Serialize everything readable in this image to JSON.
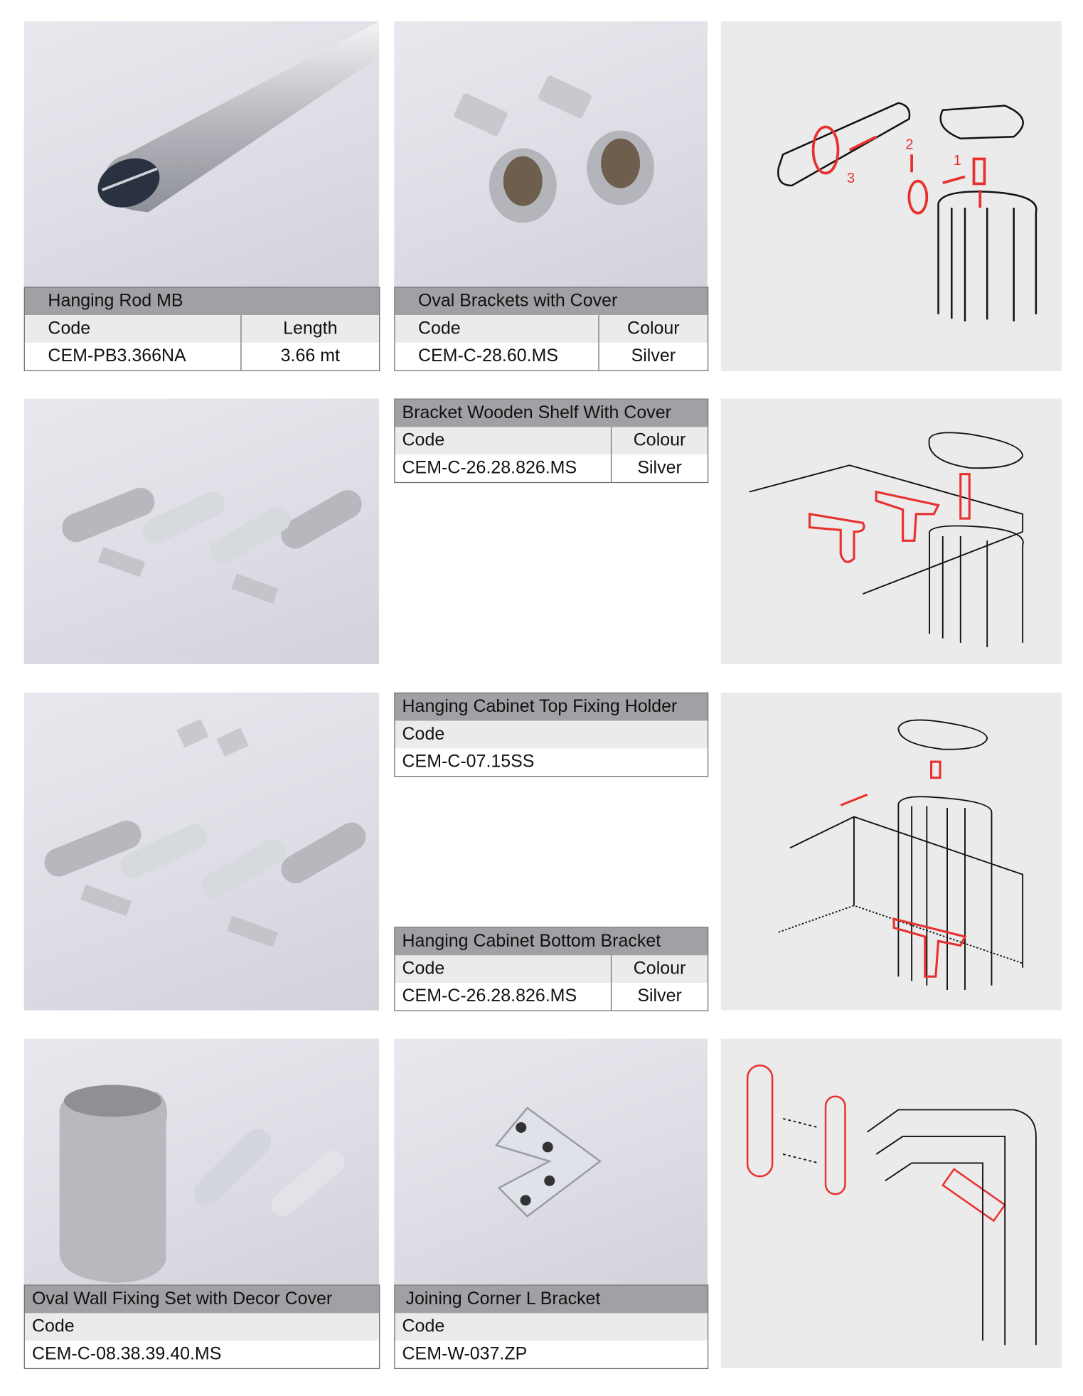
{
  "products": [
    {
      "title": "Hanging Rod MB",
      "col1_label": "Code",
      "col2_label": "Length",
      "code": "CEM-PB3.366NA",
      "col2_value": "3.66 mt"
    },
    {
      "title": "Oval Brackets with Cover",
      "col1_label": "Code",
      "col2_label": "Colour",
      "code": "CEM-C-28.60.MS",
      "col2_value": "Silver"
    },
    {
      "title": "Bracket Wooden Shelf With Cover",
      "col1_label": "Code",
      "col2_label": "Colour",
      "code": "CEM-C-26.28.826.MS",
      "col2_value": "Silver"
    },
    {
      "title": "Hanging Cabinet Top Fixing Holder",
      "col1_label": "Code",
      "code": "CEM-C-07.15SS"
    },
    {
      "title": "Hanging Cabinet Bottom Bracket",
      "col1_label": "Code",
      "col2_label": "Colour",
      "code": "CEM-C-26.28.826.MS",
      "col2_value": "Silver"
    },
    {
      "title": "Oval Wall Fixing Set with Decor Cover",
      "col1_label": "Code",
      "code": "CEM-C-08.38.39.40.MS"
    },
    {
      "title": "Joining Corner L Bracket",
      "col1_label": "Code",
      "code": "CEM-W-037.ZP"
    }
  ],
  "diagram_steps": [
    "1",
    "2",
    "3"
  ],
  "colors": {
    "header_bg": "#a1a1a5",
    "label_bg": "#ebebeb",
    "accent_red": "#e8312f",
    "diagram_bg": "#ebebeb"
  }
}
